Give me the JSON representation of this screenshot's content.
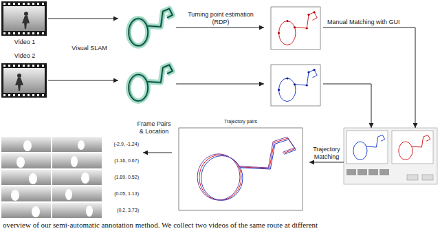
{
  "diagram": {
    "caption": "overview of our semi-automatic annotation method. We collect two videos of the same route at different",
    "nodes": [
      {
        "text": [
          "Video 1"
        ]
      },
      {
        "text": [
          "Video 2"
        ]
      },
      {
        "text": []
      },
      {
        "text": []
      },
      {
        "text": []
      },
      {
        "text": []
      },
      {
        "text": []
      },
      {
        "text": [
          "Trajectory pairs"
        ]
      },
      {
        "text": [
          "(-2.9, -1.24)",
          "(1.16, 0.67)",
          "(1.89, 0.52)",
          "(0.05, 1.13)",
          "(0.2, 3.73)"
        ]
      }
    ],
    "edges": [
      {
        "from": 0,
        "to": 2,
        "arrow": "to"
      },
      {
        "from": 1,
        "to": 3,
        "arrow": "to"
      },
      {
        "from": 2,
        "to": 4,
        "label": "Turning point estimation (RDP)",
        "arrow": "to"
      },
      {
        "from": 3,
        "to": 5,
        "arrow": "to"
      },
      {
        "from": 4,
        "to": 6,
        "label": "Manual Matching with GUI",
        "arrow": "to"
      },
      {
        "from": 5,
        "to": 6,
        "arrow": "to"
      },
      {
        "from": 6,
        "to": 7,
        "label": "Trajectory Matching",
        "arrow": "to"
      },
      {
        "from": 7,
        "to": 8,
        "label": "Frame Pairs & Location",
        "arrow": "to"
      }
    ],
    "labels": [
      "Visual SLAM"
    ]
  }
}
